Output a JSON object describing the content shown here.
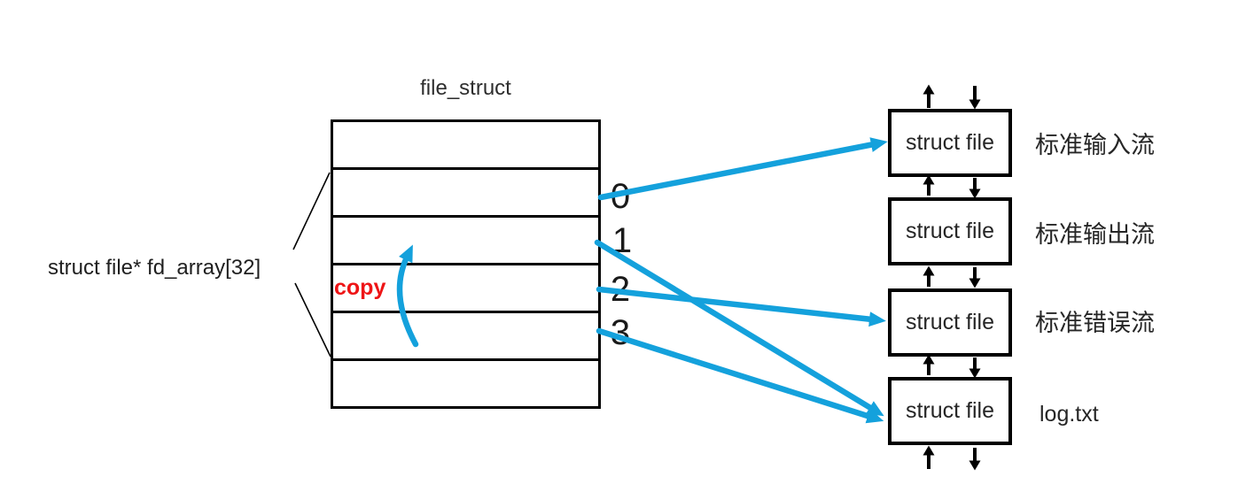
{
  "title": "file_struct",
  "left_label": "struct file* fd_array[32]",
  "copy_label": "copy",
  "fd_numbers": [
    "0",
    "1",
    "2",
    "3"
  ],
  "table": {
    "row_count": 6
  },
  "boxes": [
    {
      "label": "struct file",
      "stream": "标准输入流"
    },
    {
      "label": "struct file",
      "stream": "标准输出流"
    },
    {
      "label": "struct file",
      "stream": "标准错误流"
    },
    {
      "label": "struct file",
      "stream": "log.txt"
    }
  ],
  "icons": {
    "blue_arrows": [
      "fd0-to-stdin",
      "fd1-to-logtxt",
      "fd2-to-stderr",
      "fd3-to-logtxt",
      "copy-curved-arrow"
    ],
    "black_arrows": "up-down-io-arrows"
  },
  "colors": {
    "arrow_blue": "#14a1dc",
    "copy_red": "#ee1416",
    "line_black": "#000000",
    "text_dark": "#2b2b2b"
  }
}
